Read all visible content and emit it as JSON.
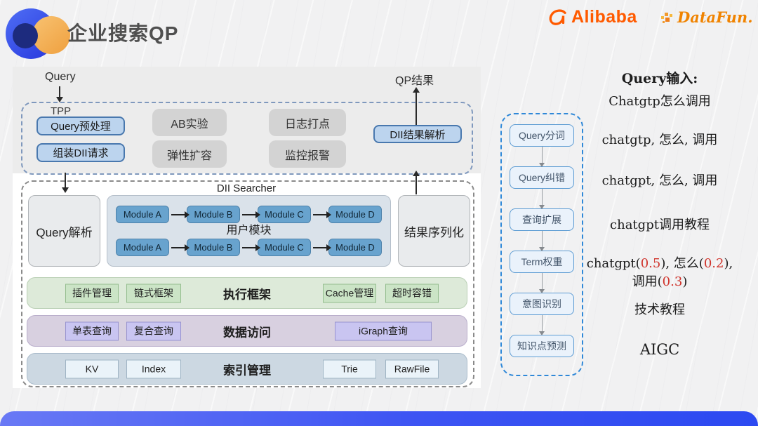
{
  "header": {
    "title": "企业搜索QP",
    "brand_alibaba": "Alibaba",
    "brand_datafun": "DataFun."
  },
  "flow_labels": {
    "query_in": "Query",
    "qp_out": "QP结果"
  },
  "tpp": {
    "label": "TPP",
    "preprocess": "Query预处理",
    "assemble": "组装DII请求",
    "ab_test": "AB实验",
    "scaling": "弹性扩容",
    "logging": "日志打点",
    "monitoring": "监控报警",
    "result_parse": "DII结果解析"
  },
  "searcher": {
    "label": "DII Searcher",
    "query_parse": "Query解析",
    "user_module": "用户模块",
    "serialize": "结果序列化",
    "modules": {
      "a": "Module A",
      "b": "Module B",
      "c": "Module C",
      "d": "Module D"
    }
  },
  "layers": {
    "exec": {
      "label": "执行框架",
      "plugin": "插件管理",
      "chain": "链式框架",
      "cache": "Cache管理",
      "timeout": "超时容错"
    },
    "data": {
      "label": "数据访问",
      "single": "单表查询",
      "compound": "复合查询",
      "igraph": "iGraph查询"
    },
    "index": {
      "label": "索引管理",
      "kv": "KV",
      "index": "Index",
      "trie": "Trie",
      "rawfile": "RawFile"
    }
  },
  "pipeline": {
    "steps": [
      "Query分词",
      "Query纠错",
      "查询扩展",
      "Term权重",
      "意图识别",
      "知识点预测"
    ]
  },
  "examples": {
    "heading": "Query输入:",
    "raw_input": "Chatgtp怎么调用",
    "tokenized": "chatgtp, 怎么, 调用",
    "corrected": "chatgpt, 怎么, 调用",
    "expanded": "chatgpt调用教程",
    "weights": {
      "p1": "chatgpt(",
      "v1": "0.5",
      "p2": "), 怎么(",
      "v2": "0.2",
      "p3": "),",
      "p4": "调用(",
      "v3": "0.3",
      "p5": ")"
    },
    "intent": "技术教程",
    "knowledge": "AIGC"
  },
  "colors": {
    "accent_blue_border": "#4978ae",
    "module_blue": "#68a3ce",
    "pipeline_dash": "#2f88d8",
    "weight_red": "#d0342c",
    "footer_blue_start": "#6979f5",
    "footer_blue_end": "#2c49f1",
    "alibaba_orange": "#FF5A00",
    "datafun_orange": "#f08300"
  }
}
